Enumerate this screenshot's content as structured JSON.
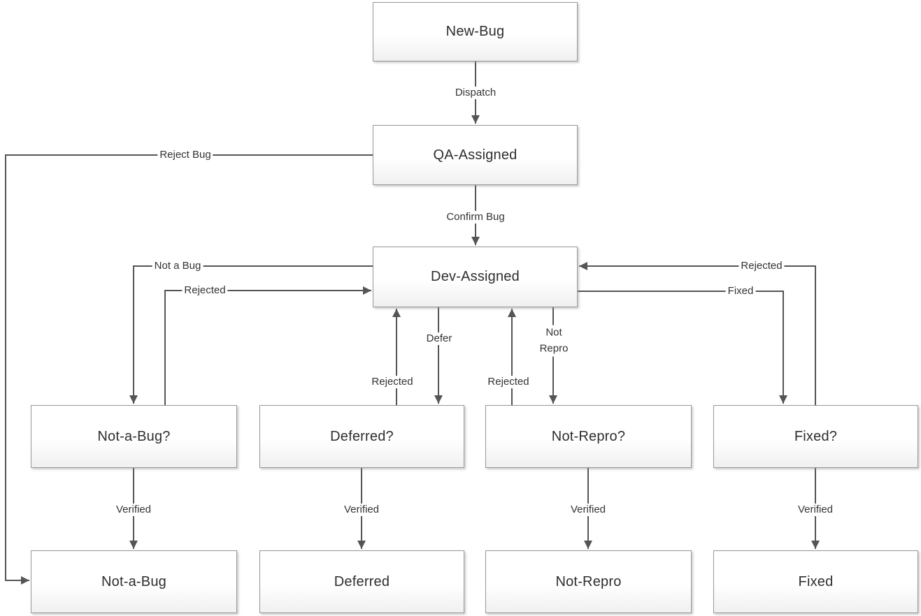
{
  "diagram": {
    "type": "flowchart",
    "colors": {
      "line": "#555555",
      "box_border": "#989898",
      "box_fill_top": "#ffffff",
      "box_fill_bottom": "#f0f0f0",
      "text": "#2e2e2e"
    },
    "nodes": [
      {
        "id": "new-bug",
        "label": "New-Bug"
      },
      {
        "id": "qa-assigned",
        "label": "QA-Assigned"
      },
      {
        "id": "dev-assigned",
        "label": "Dev-Assigned"
      },
      {
        "id": "not-a-bug-check",
        "label": "Not-a-Bug?"
      },
      {
        "id": "deferred-check",
        "label": "Deferred?"
      },
      {
        "id": "not-repro-check",
        "label": "Not-Repro?"
      },
      {
        "id": "fixed-check",
        "label": "Fixed?"
      },
      {
        "id": "not-a-bug",
        "label": "Not-a-Bug"
      },
      {
        "id": "deferred",
        "label": "Deferred"
      },
      {
        "id": "not-repro",
        "label": "Not-Repro"
      },
      {
        "id": "fixed",
        "label": "Fixed"
      }
    ],
    "edges": [
      {
        "id": "dispatch",
        "label": "Dispatch"
      },
      {
        "id": "reject-bug",
        "label": "Reject Bug"
      },
      {
        "id": "confirm-bug",
        "label": "Confirm Bug"
      },
      {
        "id": "not-a-bug-branch",
        "label": "Not a Bug"
      },
      {
        "id": "rejected-from-not-a-bug",
        "label": "Rejected"
      },
      {
        "id": "defer",
        "label": "Defer"
      },
      {
        "id": "rejected-from-deferred",
        "label": "Rejected"
      },
      {
        "id": "not-repro-branch",
        "label": "Not Repro"
      },
      {
        "id": "rejected-from-not-repro",
        "label": "Rejected"
      },
      {
        "id": "fixed-branch",
        "label": "Fixed"
      },
      {
        "id": "rejected-from-fixed",
        "label": "Rejected"
      },
      {
        "id": "verified-not-a-bug",
        "label": "Verified"
      },
      {
        "id": "verified-deferred",
        "label": "Verified"
      },
      {
        "id": "verified-not-repro",
        "label": "Verified"
      },
      {
        "id": "verified-fixed",
        "label": "Verified"
      }
    ]
  }
}
